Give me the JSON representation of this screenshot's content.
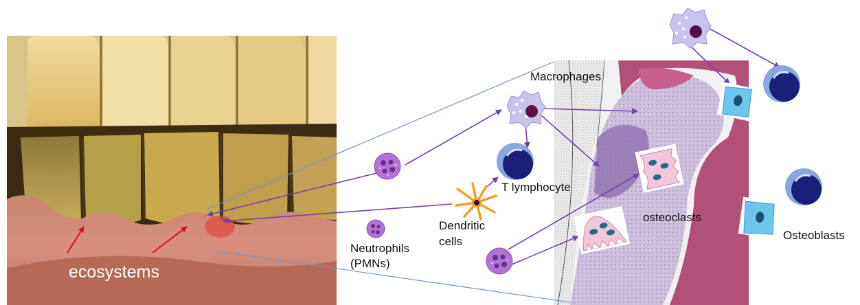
{
  "labels": {
    "ecosystems": "ecosystems",
    "macrophages": "Macrophages",
    "t_lymphocyte": "T lymphocyte",
    "dendritic_line1": "Dendritic",
    "dendritic_line2": "cells",
    "neutrophils_line1": "Neutrophils",
    "neutrophils_line2": "(PMNs)",
    "osteoclasts": "osteoclasts",
    "osteoblasts": "Osteoblasts"
  },
  "colors": {
    "arrow": "#7a3fa8",
    "red_arrow": "#e01010",
    "guide_line": "#6f95c8",
    "neutrophil": "#b274d4",
    "macrophage": "#c9c3ee",
    "lymphocyte": "#1a1f7a",
    "dendritic": "#f0a020",
    "osteoclast": "#f3c6da",
    "osteoblast": "#6fc6ec",
    "tissue": "#c9b9d6",
    "epithelium": "#b2507a"
  },
  "icons": [
    "tooth-photo",
    "tissue-micrograph",
    "neutrophil-icon",
    "macrophage-icon",
    "t-lymphocyte-icon",
    "dendritic-cell-icon",
    "osteoclast-icon",
    "osteoblast-icon"
  ]
}
